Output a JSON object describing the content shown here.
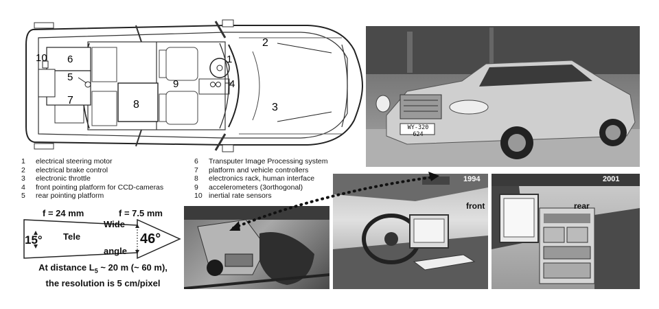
{
  "car_labels": [
    "1",
    "2",
    "3",
    "4",
    "5",
    "6",
    "7",
    "8",
    "9",
    "10"
  ],
  "legend_left": [
    {
      "num": "1",
      "text": "electrical steering motor"
    },
    {
      "num": "2",
      "text": "electrical brake control"
    },
    {
      "num": "3",
      "text": "electronic throttle"
    },
    {
      "num": "4",
      "text": "front  pointing platform for CCD-cameras"
    },
    {
      "num": "5",
      "text": "rear pointing platform"
    }
  ],
  "legend_right": [
    {
      "num": "6",
      "text": "Transputer Image Processing system"
    },
    {
      "num": "7",
      "text": "platform and vehicle controllers"
    },
    {
      "num": "8",
      "text": "electronics rack, human interface"
    },
    {
      "num": "9",
      "text": "accelerometers (3orthogonal)"
    },
    {
      "num": "10",
      "text": "inertial rate sensors"
    }
  ],
  "fov": {
    "f1": "f = 24 mm",
    "f2": "f = 7.5 mm",
    "tele_angle": "15°",
    "tele": "Tele",
    "wide": "Wide",
    "angle": "angle",
    "wide_angle": "46°",
    "caption_line1": "At distance L",
    "caption_sub": "5",
    "caption_line1b": " ~ 20 m (~ 60 m),",
    "caption_line2": "the resolution is 5 cm/pixel"
  },
  "photos": {
    "plate": "WY-320 624",
    "year1": "1994",
    "label_front": "front",
    "year2": "2001",
    "label_rear": "rear"
  }
}
